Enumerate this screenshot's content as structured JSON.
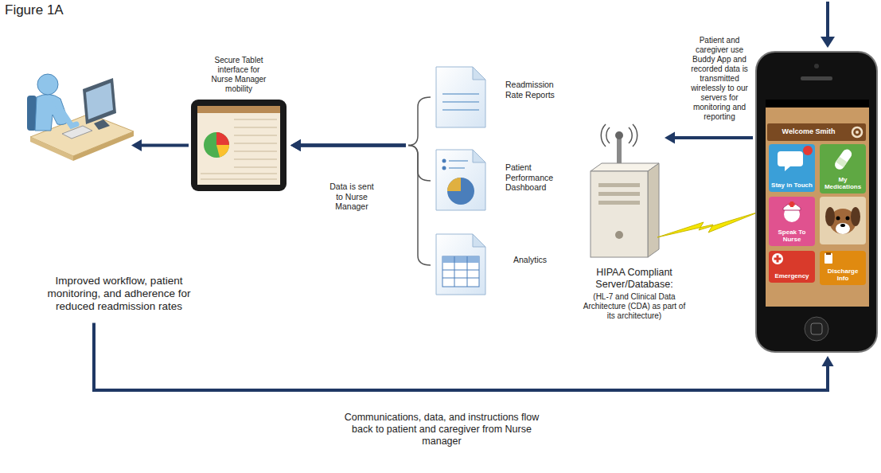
{
  "diagram": {
    "title": "Figure 1A",
    "nodes": [
      {
        "text": [
          "Improved workflow, patient monitoring, and adherence for reduced readmission rates"
        ]
      },
      {
        "text": [
          "Secure Tablet interface for Nurse Manager mobility"
        ]
      },
      {
        "text": [
          "Readmission Rate Reports"
        ]
      },
      {
        "text": [
          "Patient Performance Dashboard"
        ]
      },
      {
        "text": [
          "Analytics"
        ]
      },
      {
        "text": [
          "HIPAA Compliant Server/Database:",
          "(HL-7 and Clinical Data Architecture (CDA) as part of its architecture)"
        ]
      },
      {
        "text": [
          "Patient and caregiver use Buddy App and recorded data is transmitted wirelessly to our servers for monitoring and reporting"
        ]
      },
      {
        "text": [
          "Welcome Smith"
        ],
        "in": 6
      },
      {
        "text": [
          "Stay in Touch"
        ],
        "in": 6
      },
      {
        "text": [
          "My Medications"
        ],
        "in": 6
      },
      {
        "text": [
          "Speak To Nurse"
        ],
        "in": 6
      },
      {
        "text": [
          "Emergency"
        ],
        "in": 6
      },
      {
        "text": [
          "Discharge Info"
        ],
        "in": 6
      }
    ],
    "edges": [
      {
        "from": 1,
        "to": 0,
        "arrow": "to"
      },
      {
        "from": 2,
        "to": 1,
        "arrow": "to"
      },
      {
        "from": 3,
        "to": 1,
        "arrow": "to"
      },
      {
        "from": 4,
        "to": 1,
        "arrow": "to"
      },
      {
        "from": 6,
        "to": 5,
        "arrow": "to"
      },
      {
        "from": 0,
        "to": 6,
        "arrow": "to",
        "label": "Communications, data, and instructions flow back to patient and caregiver from Nurse manager"
      }
    ],
    "labels": [
      "Data is sent to Nurse Manager"
    ]
  }
}
